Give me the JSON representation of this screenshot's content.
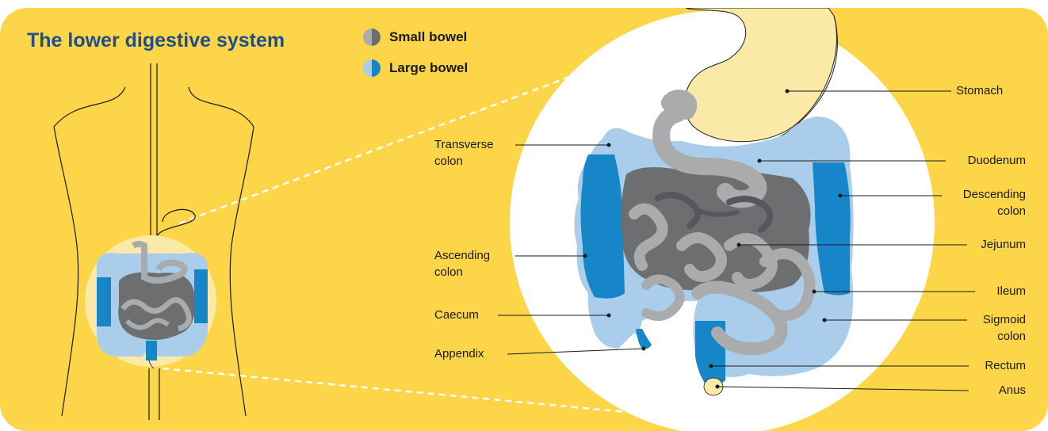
{
  "title": "The lower digestive system",
  "legend": [
    {
      "label": "Small bowel",
      "colors": [
        "#a9abad",
        "#6d6e70"
      ]
    },
    {
      "label": "Large bowel",
      "colors": [
        "#a9cdea",
        "#1786c8"
      ]
    }
  ],
  "labels": {
    "stomach": "Stomach",
    "transverse_colon": [
      "Transverse",
      "colon"
    ],
    "duodenum": "Duodenum",
    "descending_colon": [
      "Descending",
      "colon"
    ],
    "jejunum": "Jejunum",
    "ascending_colon": [
      "Ascending",
      "colon"
    ],
    "ileum": "Ileum",
    "caecum": "Caecum",
    "sigmoid_colon": [
      "Sigmoid",
      "colon"
    ],
    "appendix": "Appendix",
    "rectum": "Rectum",
    "anus": "Anus"
  },
  "colors": {
    "background": "#fcd549",
    "title": "#1f4e8a",
    "small_bowel_light": "#a9abad",
    "small_bowel_dark": "#6d6e70",
    "large_bowel_light": "#a9cdea",
    "large_bowel_dark": "#1786c8",
    "stomach": "#fbe9a8"
  }
}
